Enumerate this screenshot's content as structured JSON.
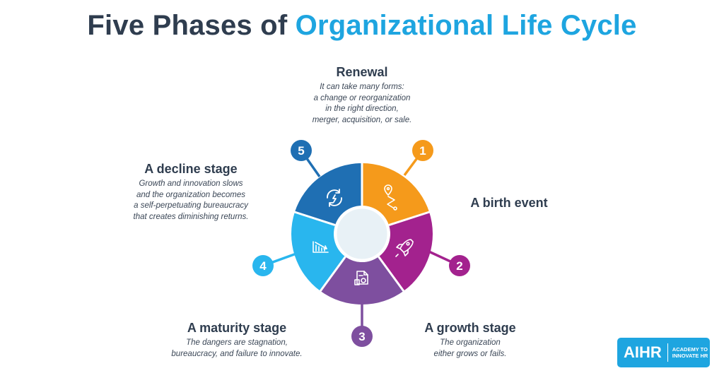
{
  "title": {
    "part1": "Five Phases of",
    "part2": "Organizational Life Cycle"
  },
  "colors": {
    "stage1": "#f59a1b",
    "stage2": "#a3228e",
    "stage3": "#7e4f9f",
    "stage4": "#29b6ee",
    "stage5": "#1f6fb3",
    "center": "#e8f1f6",
    "accent": "#1ea5e0"
  },
  "stages": [
    {
      "number": "1",
      "icon": "route-pin-icon"
    },
    {
      "number": "2",
      "icon": "rocket-icon"
    },
    {
      "number": "3",
      "icon": "certificate-document-icon"
    },
    {
      "number": "4",
      "icon": "declining-chart-icon"
    },
    {
      "number": "5",
      "icon": "renewal-cycle-icon"
    }
  ],
  "renewal": {
    "heading": "Renewal",
    "lines": [
      "It can take many forms:",
      "a change or reorganization",
      "in the right direction,",
      "merger, acquisition, or sale."
    ]
  },
  "birth": {
    "heading": "A birth event"
  },
  "growth": {
    "heading": "A growth stage",
    "lines": [
      "The organization",
      "either grows or fails."
    ]
  },
  "maturity": {
    "heading": "A maturity stage",
    "lines": [
      "The dangers are stagnation,",
      "bureaucracy, and failure to innovate."
    ]
  },
  "decline": {
    "heading": "A decline stage",
    "lines": [
      "Growth and innovation slows",
      "and the organization becomes",
      "a self-perpetuating bureaucracy",
      "that creates diminishing returns."
    ]
  },
  "logo": {
    "brand": "AIHR",
    "tagline_1": "ACADEMY TO",
    "tagline_2": "INNOVATE HR"
  }
}
